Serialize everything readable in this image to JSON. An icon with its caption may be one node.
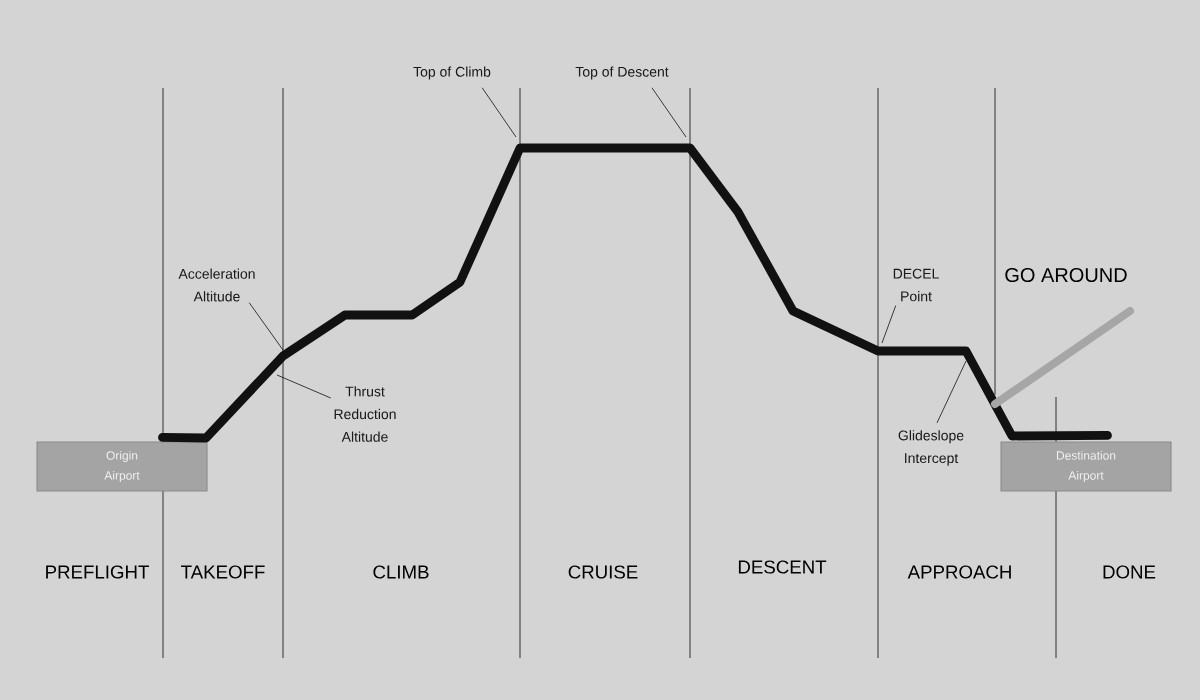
{
  "diagram": {
    "nodes": [
      {
        "text": [
          "Top of Climb"
        ]
      },
      {
        "text": [
          "Top of Descent"
        ]
      },
      {
        "text": [
          "Acceleration Altitude"
        ]
      },
      {
        "text": [
          "DECEL Point"
        ]
      },
      {
        "text": [
          "Thrust Reduction Altitude"
        ]
      },
      {
        "text": [
          "Origin Airport"
        ]
      },
      {
        "text": [
          "Glideslope Intercept"
        ]
      },
      {
        "text": [
          "Destination Airport"
        ]
      }
    ],
    "edges": [
      {
        "from": 0,
        "to": null,
        "arrow": "none"
      },
      {
        "from": 1,
        "to": null,
        "arrow": "none"
      },
      {
        "from": 2,
        "to": null,
        "arrow": "none"
      },
      {
        "from": 3,
        "to": null,
        "arrow": "none"
      },
      {
        "from": 4,
        "to": null,
        "arrow": "none"
      },
      {
        "from": 6,
        "to": null,
        "arrow": "none"
      },
      {
        "from": 5,
        "to": 7,
        "arrow": "none",
        "style": "thick"
      }
    ],
    "labels": [
      "GO AROUND",
      "PREFLIGHT",
      "TAKEOFF",
      "CLIMB",
      "CRUISE",
      "DESCENT",
      "APPROACH",
      "DONE"
    ]
  }
}
